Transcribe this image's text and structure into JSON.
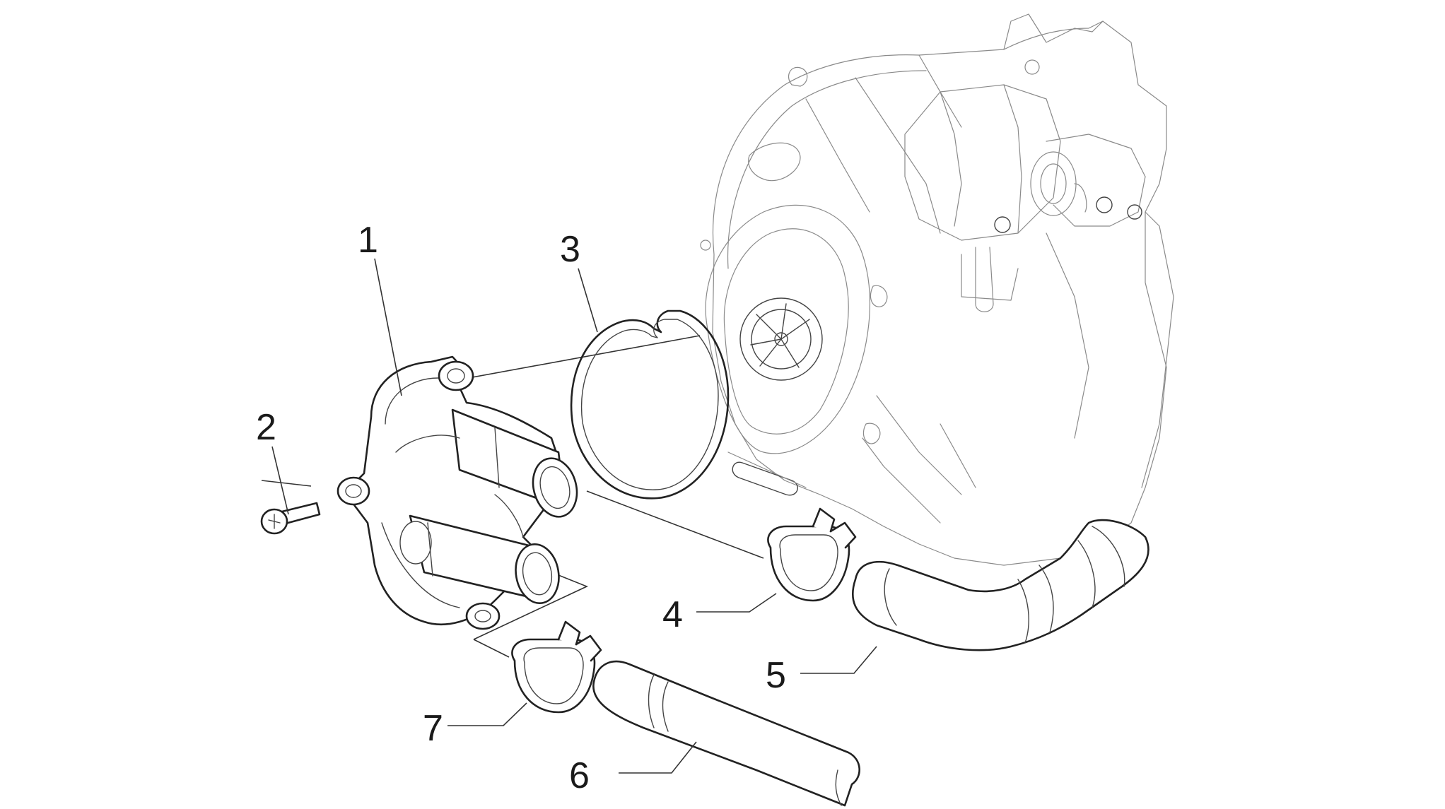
{
  "diagram": {
    "type": "exploded-parts-view",
    "callouts": [
      {
        "id": "1",
        "label": "1"
      },
      {
        "id": "2",
        "label": "2"
      },
      {
        "id": "3",
        "label": "3"
      },
      {
        "id": "4",
        "label": "4"
      },
      {
        "id": "5",
        "label": "5"
      },
      {
        "id": "6",
        "label": "6"
      },
      {
        "id": "7",
        "label": "7"
      }
    ]
  }
}
